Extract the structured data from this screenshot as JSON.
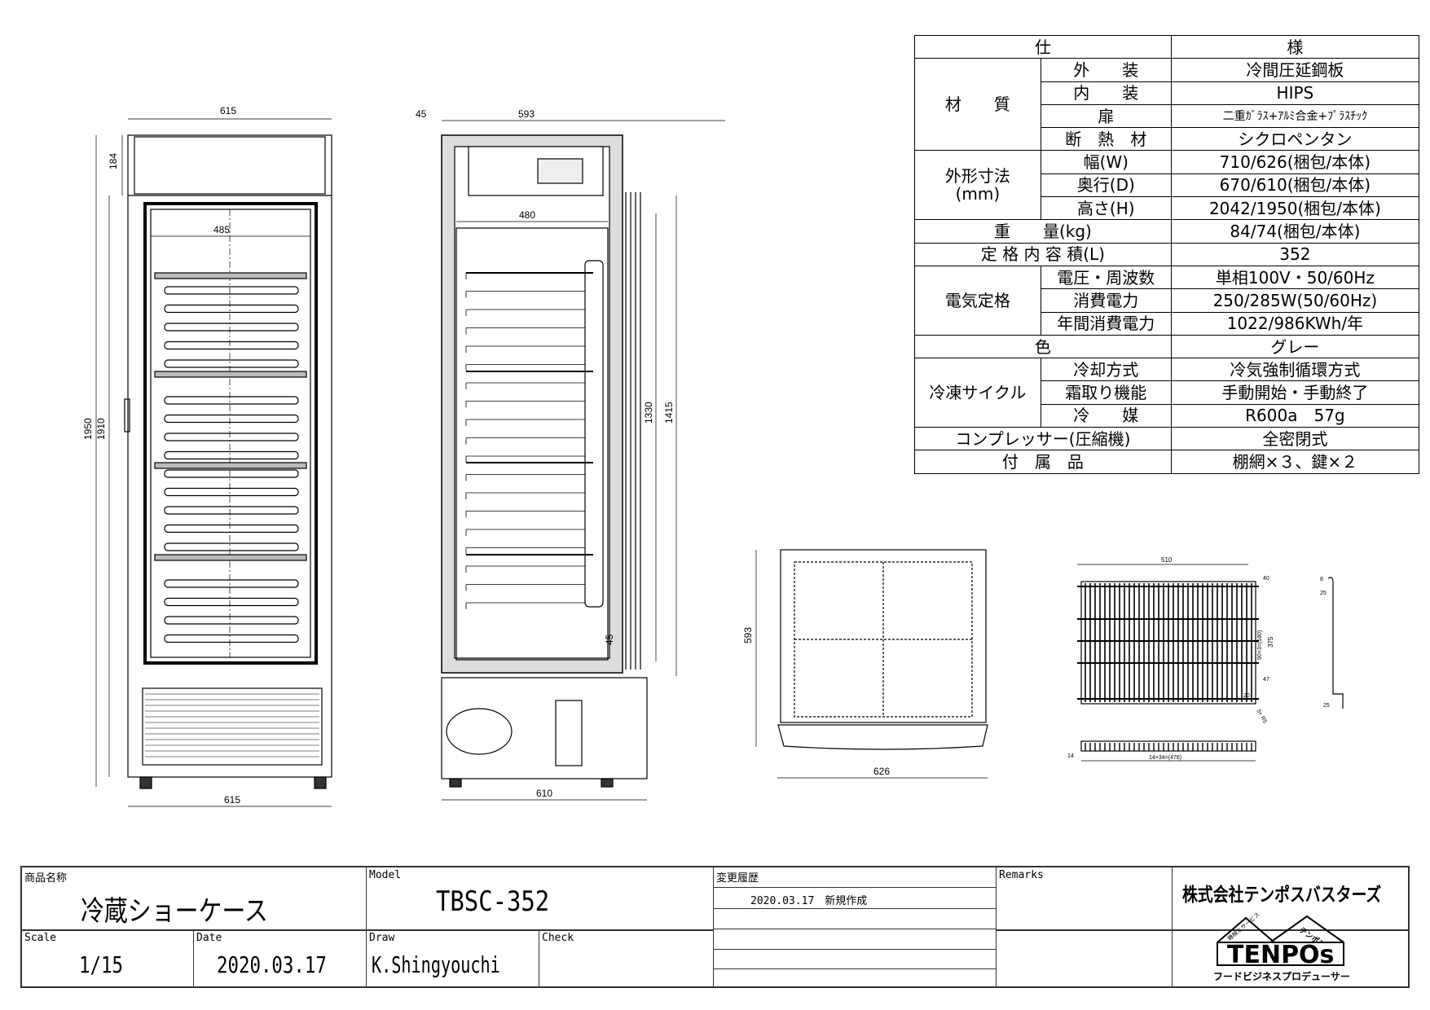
{
  "spec_table": {
    "header": [
      "仕",
      "様"
    ],
    "rows": [
      {
        "group": "材　　質",
        "item": "外　　装",
        "value": "冷間圧延鋼板"
      },
      {
        "group": "",
        "item": "内　　装",
        "value": "HIPS"
      },
      {
        "group": "",
        "item": "扉",
        "value": "二重ｶﾞﾗｽ+ｱﾙﾐ合金+ﾌﾟﾗｽﾁｯｸ"
      },
      {
        "group": "",
        "item": "断　熱　材",
        "value": "シクロペンタン"
      },
      {
        "group": "外形寸法\n(mm)",
        "item": "幅(W)",
        "value": "710/626(梱包/本体)"
      },
      {
        "group": "",
        "item": "奥行(D)",
        "value": "670/610(梱包/本体)"
      },
      {
        "group": "",
        "item": "高さ(H)",
        "value": "2042/1950(梱包/本体)"
      },
      {
        "group": "重　　量(kg)",
        "item": "",
        "value": "84/74(梱包/本体)"
      },
      {
        "group": "定 格 内 容 積(L)",
        "item": "",
        "value": "352"
      },
      {
        "group": "電気定格",
        "item": "電圧・周波数",
        "value": "単相100V・50/60Hz"
      },
      {
        "group": "",
        "item": "消費電力",
        "value": "250/285W(50/60Hz)"
      },
      {
        "group": "",
        "item": "年間消費電力",
        "value": "1022/986KWh/年"
      },
      {
        "group": "色",
        "item": "",
        "value": "グレー"
      },
      {
        "group": "冷凍サイクル",
        "item": "冷却方式",
        "value": "冷気強制循環方式"
      },
      {
        "group": "",
        "item": "霜取り機能",
        "value": "手動開始・手動終了"
      },
      {
        "group": "",
        "item": "冷　　媒",
        "value": "R600a　57g"
      },
      {
        "group": "コンプレッサー(圧縮機)",
        "item": "",
        "value": "全密閉式"
      },
      {
        "group": "付　属　品",
        "item": "",
        "value": "棚網×３、鍵×２"
      }
    ],
    "group_labels": {
      "material": "材　　質",
      "dims": "外形寸法",
      "dims_unit": "(mm)",
      "electric": "電気定格",
      "cycle": "冷凍サイクル"
    }
  },
  "dimensions": {
    "front": {
      "width_top": "615",
      "width_bottom": "615",
      "inner_width": "485",
      "height_total": "1950",
      "height_body": "1910",
      "header_height": "184"
    },
    "side": {
      "depth_top": "593",
      "offset": "45",
      "inner_depth": "480",
      "inner_height": "1330",
      "door_height": "1415",
      "bottom_gap": "45",
      "depth_bottom": "610"
    },
    "plan": {
      "depth": "593",
      "width": "626"
    },
    "shelf": {
      "width": "510",
      "depth": "375",
      "pitch": "90×3=(180)",
      "edge1": "40",
      "edge2": "47",
      "edge3": "20",
      "corner": "3+ R5",
      "wire_pitch": "14×34=(476)",
      "wire_start": "14",
      "hook_top": "8",
      "hook_mid": "25",
      "hook_bottom": "25"
    }
  },
  "title_block": {
    "product_label": "商品名称",
    "product_name": "冷蔵ショーケース",
    "model_label": "Model",
    "model": "TBSC-352",
    "history_label": "変更履歴",
    "history": [
      "2020.03.17　新規作成"
    ],
    "remarks_label": "Remarks",
    "scale_label": "Scale",
    "scale": "1/15",
    "date_label": "Date",
    "date": "2020.03.17",
    "draw_label": "Draw",
    "drawer": "K.Shingyouchi",
    "check_label": "Check",
    "check": "",
    "company": "株式会社テンポスバスターズ",
    "logo_text": "TENPOs",
    "logo_roof_left": "機械とサービス",
    "logo_roof_right": "テンポス",
    "logo_tagline": "フードビジネスプロデューサー"
  }
}
